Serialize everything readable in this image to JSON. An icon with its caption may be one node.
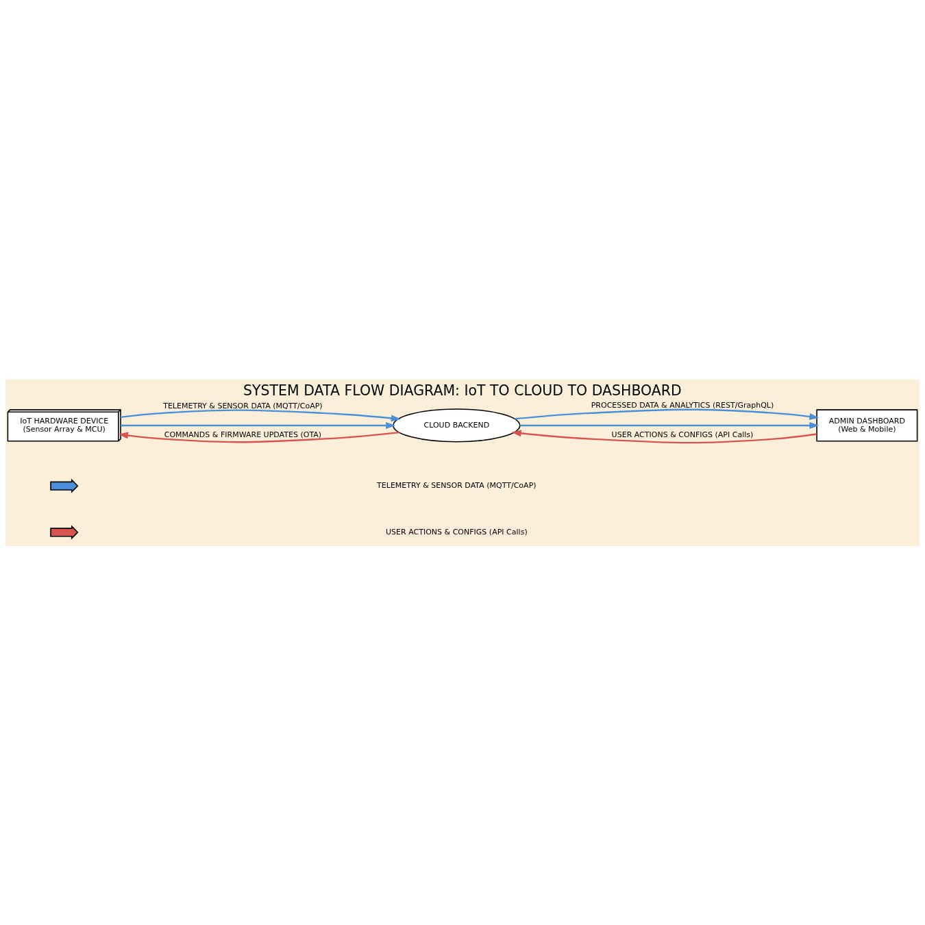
{
  "diagram": {
    "title": "SYSTEM DATA FLOW DIAGRAM: IoT TO CLOUD TO DASHBOARD",
    "nodes": [
      {
        "text": [
          "IoT HARDWARE DEVICE",
          "(Sensor Array & MCU)"
        ]
      },
      {
        "text": [
          "CLOUD BACKEND"
        ]
      },
      {
        "text": [
          "ADMIN DASHBOARD",
          "(Web & Mobile)"
        ]
      }
    ],
    "edges": [
      {
        "from": 0,
        "to": 1,
        "arrow": "to",
        "label": "TELEMETRY & SENSOR DATA (MQTT/CoAP)"
      },
      {
        "from": 1,
        "to": 2,
        "arrow": "to",
        "label": "PROCESSED DATA & ANALYTICS (REST/GraphQL)"
      },
      {
        "from": 0,
        "to": 1,
        "arrow": "to"
      },
      {
        "from": 1,
        "to": 0,
        "arrow": "to",
        "color": "#d9534f",
        "label": "COMMANDS & FIRMWARE UPDATES (OTA)"
      },
      {
        "from": 1,
        "to": 2,
        "arrow": "to"
      },
      {
        "from": 2,
        "to": 1,
        "arrow": "to",
        "color": "#d9534f",
        "label": "USER ACTIONS & CONFIGS (API Calls)"
      }
    ],
    "legend": [
      {
        "text": "TELEMETRY & SENSOR DATA (MQTT/CoAP)"
      },
      {
        "text": "USER ACTIONS & CONFIGS (API Calls)"
      }
    ]
  }
}
